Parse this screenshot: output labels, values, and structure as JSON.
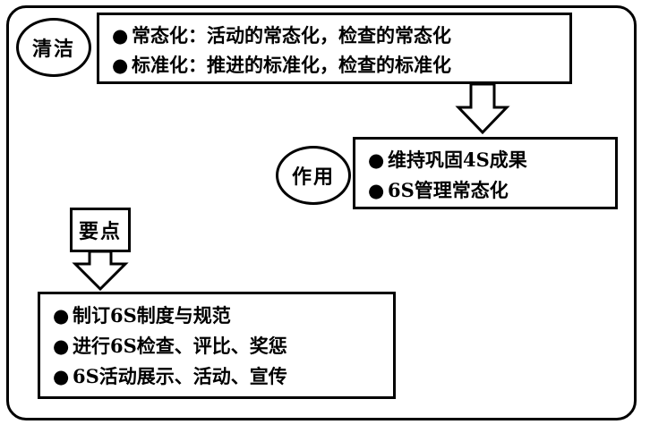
{
  "clean": {
    "label": "清洁",
    "items": [
      "常态化：活动的常态化，检查的常态化",
      "标准化：推进的标准化，检查的标准化"
    ]
  },
  "effect": {
    "label": "作用",
    "items": [
      "维持巩固4S成果",
      "6S管理常态化"
    ]
  },
  "keypoints": {
    "label": "要点",
    "items": [
      "制订6S制度与规范",
      "进行6S检查、评比、奖惩",
      "6S活动展示、活动、宣传"
    ]
  },
  "bullet_symbol": "●"
}
